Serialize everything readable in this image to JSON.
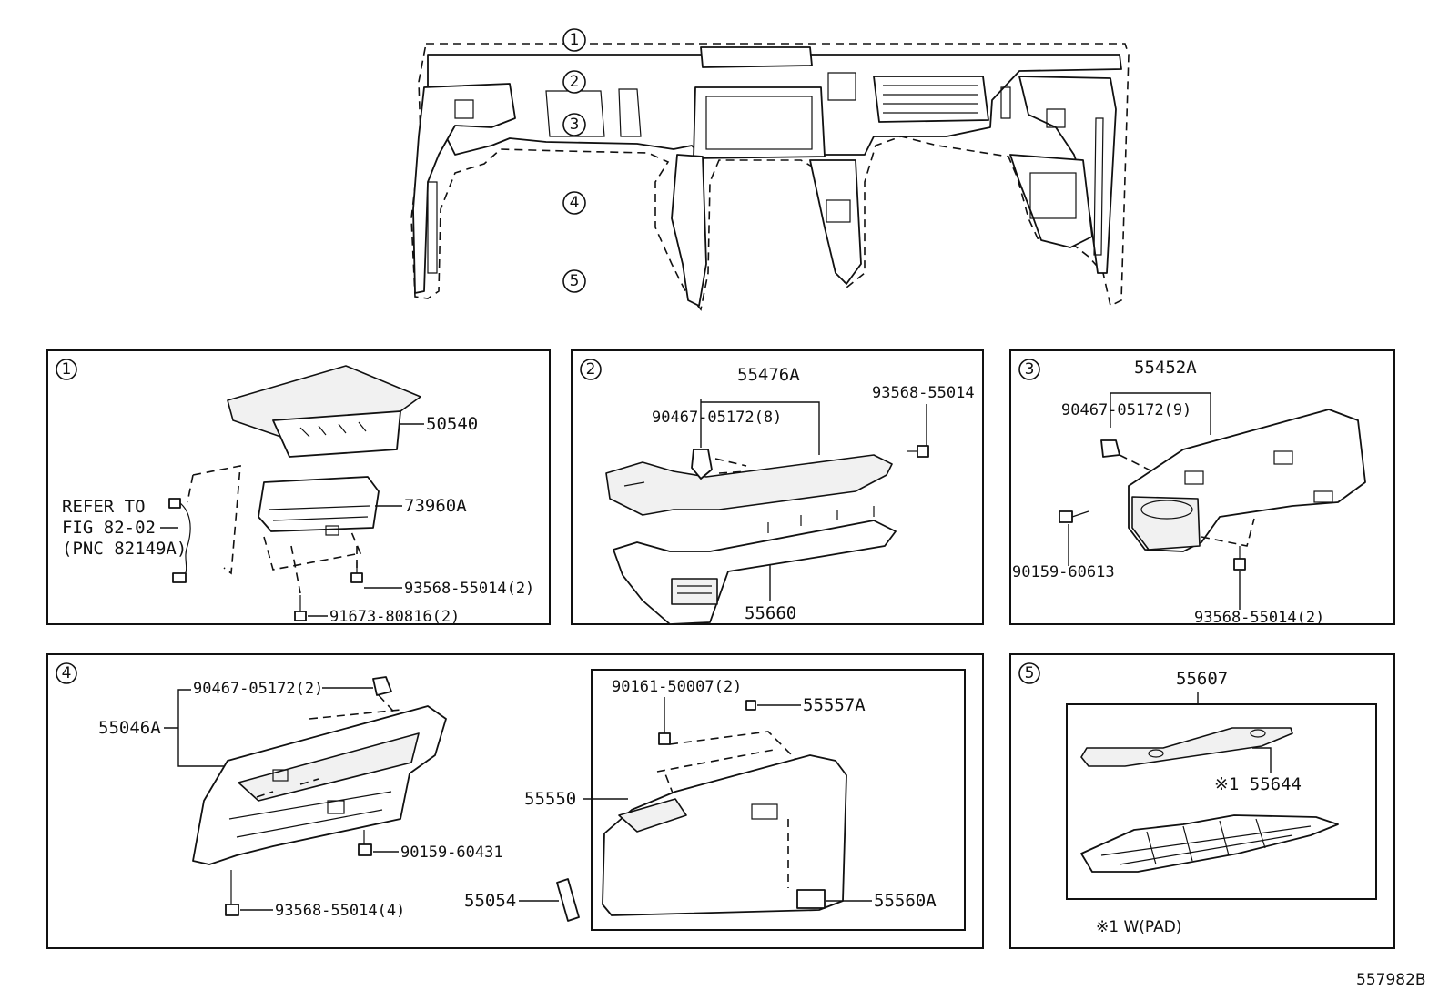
{
  "callouts": [
    "1",
    "2",
    "3",
    "4",
    "5"
  ],
  "panel1": {
    "parts": {
      "p50540": "50540",
      "p73960A": "73960A",
      "p93568": "93568-55014(2)",
      "p91673": "91673-80816(2)"
    },
    "refer": [
      "REFER TO",
      "FIG 82-02",
      "(PNC 82149A)"
    ]
  },
  "panel2": {
    "parts": {
      "p55476A": "55476A",
      "p90467": "90467-05172(8)",
      "p93568": "93568-55014",
      "p55660": "55660"
    }
  },
  "panel3": {
    "parts": {
      "p55452A": "55452A",
      "p90467": "90467-05172(9)",
      "p90159": "90159-60613",
      "p93568": "93568-55014(2)"
    }
  },
  "panel4": {
    "parts": {
      "p90467": "90467-05172(2)",
      "p55046A": "55046A",
      "p90159": "90159-60431",
      "p93568": "93568-55014(4)",
      "p90161": "90161-50007(2)",
      "p55557A": "55557A",
      "p55550": "55550",
      "p55054": "55054",
      "p55560A": "55560A"
    }
  },
  "panel5": {
    "parts": {
      "p55607": "55607",
      "p55644": "※1 55644"
    },
    "note": "※1 W(PAD)"
  },
  "figure_id": "557982B"
}
